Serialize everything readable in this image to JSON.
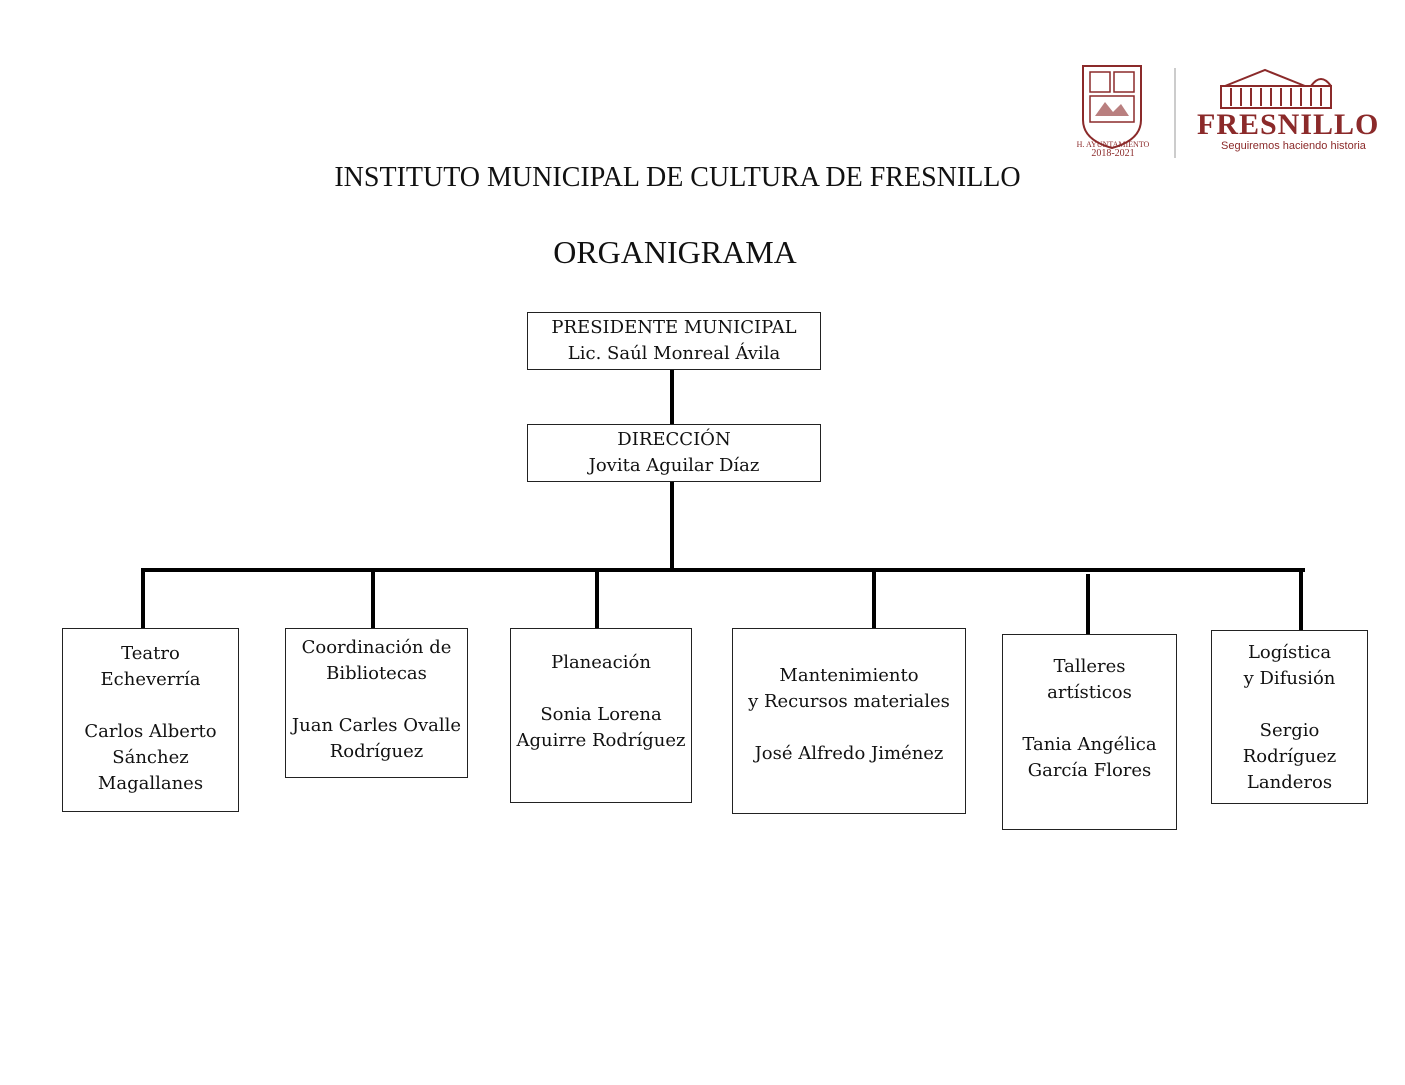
{
  "logo": {
    "seal_caption_line1": "H. AYUNTAMIENTO",
    "seal_caption_line2": "2018-2021",
    "brand_name": "FRESNILLO",
    "tagline": "Seguiremos haciendo historia",
    "accent_color": "#8b2a2a"
  },
  "header": {
    "title": "INSTITUTO MUNICIPAL DE CULTURA DE FRESNILLO",
    "subtitle": "ORGANIGRAMA"
  },
  "president": {
    "role": "PRESIDENTE MUNICIPAL",
    "name": "Lic. Saúl Monreal Ávila"
  },
  "director": {
    "role": "DIRECCIÓN",
    "name": "Jovita Aguilar Díaz"
  },
  "units": [
    {
      "role_lines": [
        "Teatro",
        "Echeverría"
      ],
      "name_lines": [
        "Carlos Alberto",
        "Sánchez",
        "Magallanes"
      ]
    },
    {
      "role_lines": [
        "Coordinación de",
        "Bibliotecas"
      ],
      "name_lines": [
        "Juan Carles Ovalle",
        "Rodríguez"
      ]
    },
    {
      "role_lines": [
        "Planeación"
      ],
      "name_lines": [
        "Sonia Lorena",
        "Aguirre Rodríguez"
      ]
    },
    {
      "role_lines": [
        "Mantenimiento",
        "y Recursos materiales"
      ],
      "name_lines": [
        "José Alfredo Jiménez"
      ]
    },
    {
      "role_lines": [
        "Talleres",
        "artísticos"
      ],
      "name_lines": [
        "Tania Angélica",
        "García Flores"
      ]
    },
    {
      "role_lines": [
        "Logística",
        "y Difusión"
      ],
      "name_lines": [
        "Sergio",
        "Rodríguez",
        "Landeros"
      ]
    }
  ]
}
